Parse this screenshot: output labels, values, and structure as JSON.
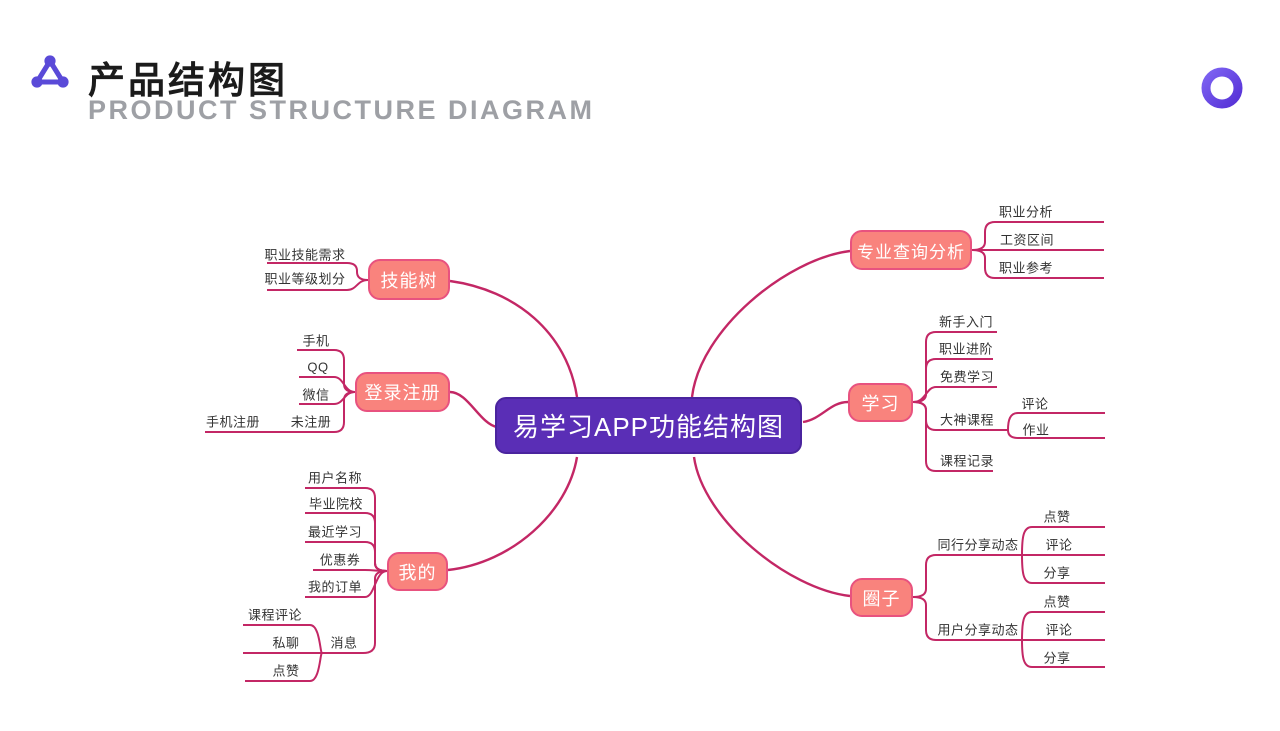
{
  "header": {
    "logo_icon": "share-network-icon",
    "title": "产品结构图",
    "subtitle": "PRODUCT STRUCTURE DIAGRAM",
    "corner_icon": "ring-icon"
  },
  "colors": {
    "connector_line": "#C32765",
    "branch_node_fill": "#F9837D",
    "branch_node_border": "#E8527F",
    "center_node_fill": "#5A2EB6",
    "center_node_border": "#4A249E",
    "logo_purple": "#5A4AD8",
    "ring_gradient_start": "#7D63F2",
    "ring_gradient_end": "#5631D6",
    "title_text": "#1B1B1B",
    "subtitle_text": "#9EA0A5",
    "twig_text": "#333333"
  },
  "mindmap": {
    "center": {
      "label": "易学习APP功能结构图"
    },
    "branches": [
      {
        "label": "技能树",
        "side": "left",
        "children": [
          {
            "label": "职业技能需求"
          },
          {
            "label": "职业等级划分"
          }
        ]
      },
      {
        "label": "登录注册",
        "side": "left",
        "children": [
          {
            "label": "手机"
          },
          {
            "label": "QQ"
          },
          {
            "label": "微信"
          },
          {
            "label": "未注册",
            "children": [
              {
                "label": "手机注册"
              }
            ]
          }
        ]
      },
      {
        "label": "我的",
        "side": "left",
        "children": [
          {
            "label": "用户名称"
          },
          {
            "label": "毕业院校"
          },
          {
            "label": "最近学习"
          },
          {
            "label": "优惠券"
          },
          {
            "label": "我的订单"
          },
          {
            "label": "消息",
            "children": [
              {
                "label": "课程评论"
              },
              {
                "label": "私聊"
              },
              {
                "label": "点赞"
              }
            ]
          }
        ]
      },
      {
        "label": "专业查询分析",
        "side": "right",
        "children": [
          {
            "label": "职业分析"
          },
          {
            "label": "工资区间"
          },
          {
            "label": "职业参考"
          }
        ]
      },
      {
        "label": "学习",
        "side": "right",
        "children": [
          {
            "label": "新手入门"
          },
          {
            "label": "职业进阶"
          },
          {
            "label": "免费学习"
          },
          {
            "label": "大神课程",
            "children": [
              {
                "label": "评论"
              },
              {
                "label": "作业"
              }
            ]
          },
          {
            "label": "课程记录"
          }
        ]
      },
      {
        "label": "圈子",
        "side": "right",
        "children": [
          {
            "label": "同行分享动态",
            "children": [
              {
                "label": "点赞"
              },
              {
                "label": "评论"
              },
              {
                "label": "分享"
              }
            ]
          },
          {
            "label": "用户分享动态",
            "children": [
              {
                "label": "点赞"
              },
              {
                "label": "评论"
              },
              {
                "label": "分享"
              }
            ]
          }
        ]
      }
    ]
  }
}
